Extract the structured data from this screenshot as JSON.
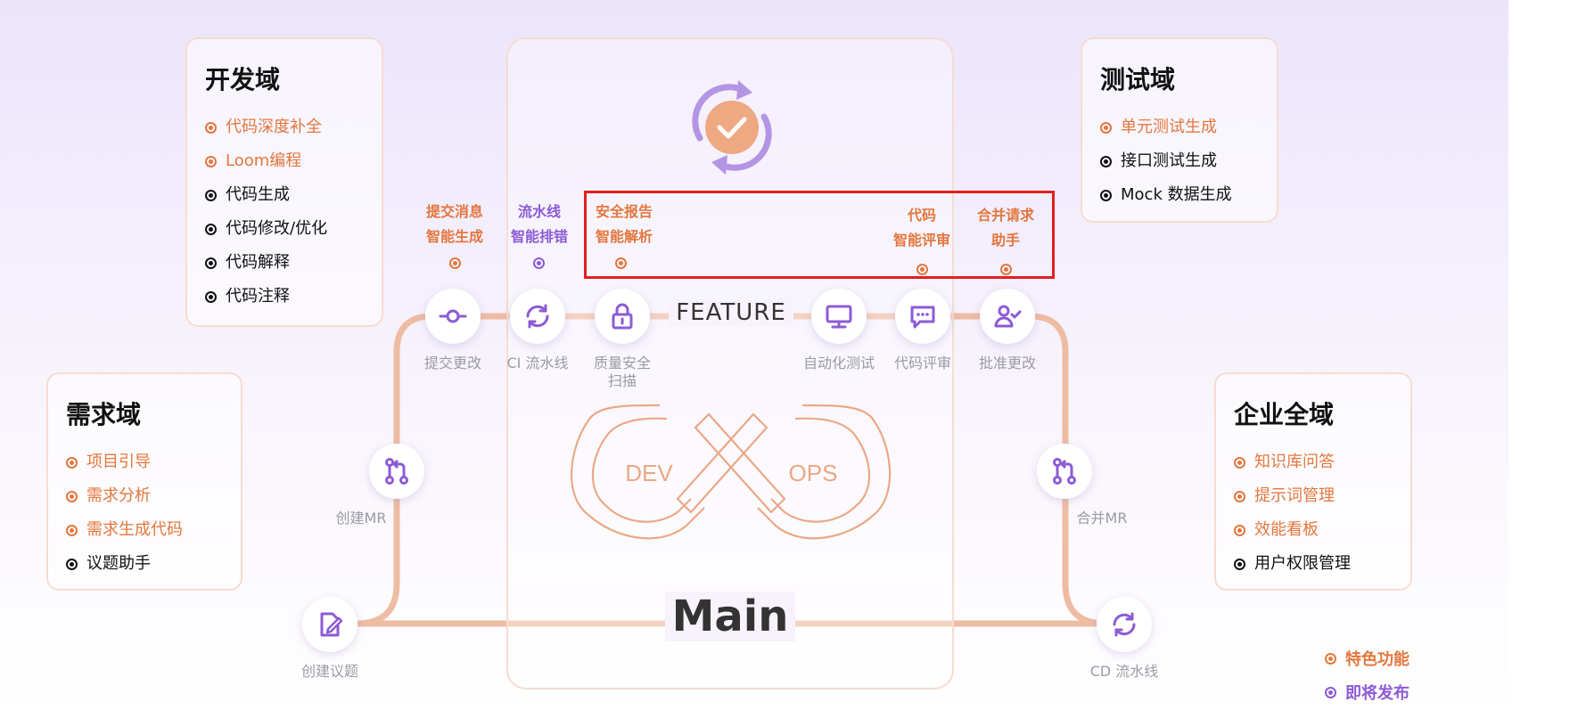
{
  "colors": {
    "featured": "#e3773d",
    "coming_soon": "#8c5bd6",
    "track": "#eebca2",
    "highlight": "#e02020"
  },
  "domains": {
    "dev": {
      "title": "开发域",
      "items": [
        {
          "label": "代码深度补全",
          "featured": true
        },
        {
          "label": "Loom编程",
          "featured": true
        },
        {
          "label": "代码生成",
          "featured": false
        },
        {
          "label": "代码修改/优化",
          "featured": false
        },
        {
          "label": "代码解释",
          "featured": false
        },
        {
          "label": "代码注释",
          "featured": false
        }
      ]
    },
    "req": {
      "title": "需求域",
      "items": [
        {
          "label": "项目引导",
          "featured": true
        },
        {
          "label": "需求分析",
          "featured": true
        },
        {
          "label": "需求生成代码",
          "featured": true
        },
        {
          "label": "议题助手",
          "featured": false
        }
      ]
    },
    "test": {
      "title": "测试域",
      "items": [
        {
          "label": "单元测试生成",
          "featured": true
        },
        {
          "label": "接口测试生成",
          "featured": false
        },
        {
          "label": "Mock 数据生成",
          "featured": false
        }
      ]
    },
    "ent": {
      "title": "企业全域",
      "items": [
        {
          "label": "知识库问答",
          "featured": true
        },
        {
          "label": "提示词管理",
          "featured": true
        },
        {
          "label": "效能看板",
          "featured": true
        },
        {
          "label": "用户权限管理",
          "featured": false
        }
      ]
    }
  },
  "features": {
    "commit_msg": {
      "line1": "提交消息",
      "line2": "智能生成"
    },
    "pipeline": {
      "line1": "流水线",
      "line2": "智能排错"
    },
    "security": {
      "line1": "安全报告",
      "line2": "智能解析"
    },
    "review": {
      "line1": "代码",
      "line2": "智能评审"
    },
    "merge": {
      "line1": "合并请求",
      "line2": "助手"
    }
  },
  "nodes": {
    "commit": {
      "label": "提交更改",
      "icon": "commit-icon"
    },
    "ci": {
      "label": "CI 流水线",
      "icon": "refresh-icon"
    },
    "scan": {
      "label1": "质量安全",
      "label2": "扫描",
      "icon": "lock-icon"
    },
    "autotest": {
      "label": "自动化测试",
      "icon": "monitor-icon"
    },
    "codereview": {
      "label": "代码评审",
      "icon": "chat-icon"
    },
    "approve": {
      "label": "批准更改",
      "icon": "user-check-icon"
    },
    "create_mr": {
      "label": "创建MR",
      "icon": "merge-request-icon"
    },
    "merge_mr": {
      "label": "合并MR",
      "icon": "merge-request-icon"
    },
    "create_issue": {
      "label": "创建议题",
      "icon": "issue-icon"
    },
    "cd": {
      "label": "CD 流水线",
      "icon": "refresh-icon"
    }
  },
  "diagram": {
    "feature": "FEATURE",
    "main": "Main",
    "dev": "DEV",
    "ops": "OPS"
  },
  "legend": {
    "featured": "特色功能",
    "coming_soon": "即将发布"
  }
}
